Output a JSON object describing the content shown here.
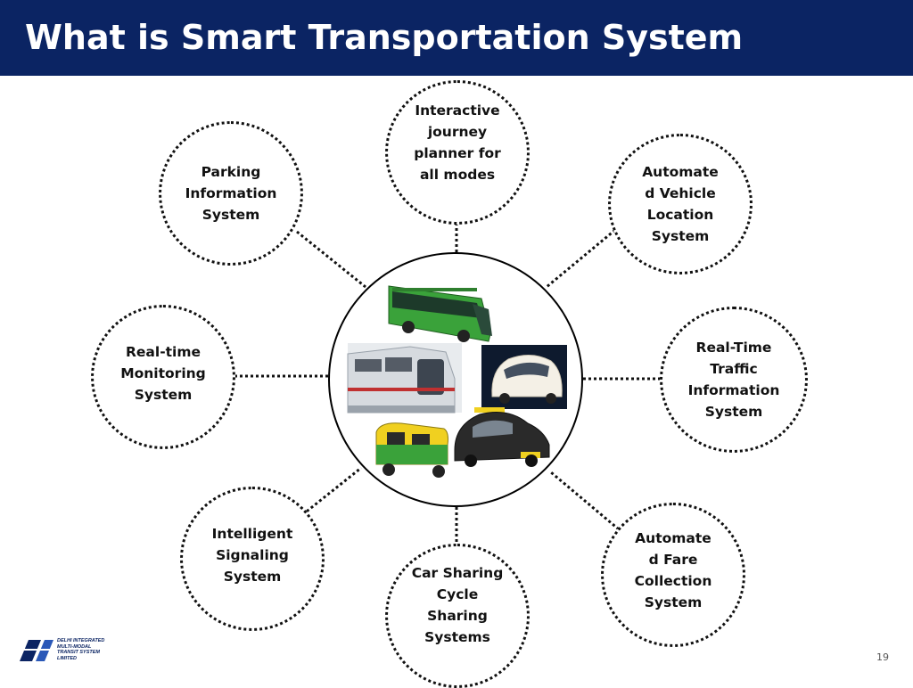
{
  "slide": {
    "title": "What is Smart Transportation System",
    "page_number": "19"
  },
  "logo": {
    "text": "DELHI INTEGRATED\nMULTI-MODAL\nTRANSIT SYSTEM\nLIMITED",
    "color": "#0b2463"
  },
  "colors": {
    "title_bar": "#0b2463",
    "bus_green": "#3aa23a",
    "auto_yellow": "#f0d020",
    "car_taxi_black": "#2a2a2a"
  },
  "center": {
    "icons": [
      "bus-image",
      "metro-train-image",
      "small-car-image",
      "auto-rickshaw-image",
      "taxi-car-image"
    ]
  },
  "nodes": [
    {
      "id": "journey",
      "label": "Interactive\njourney\nplanner for\nall modes"
    },
    {
      "id": "parking",
      "label": "Parking\nInformation\nSystem"
    },
    {
      "id": "avl",
      "label": "Automate\nd Vehicle\nLocation\nSystem"
    },
    {
      "id": "monitoring",
      "label": "Real-time\nMonitoring\nSystem"
    },
    {
      "id": "traffic",
      "label": "Real-Time\nTraffic\nInformation\nSystem"
    },
    {
      "id": "signaling",
      "label": "Intelligent\nSignaling\nSystem"
    },
    {
      "id": "fare",
      "label": "Automate\nd Fare\nCollection\nSystem"
    },
    {
      "id": "sharing",
      "label": "Car Sharing\nCycle\nSharing\nSystems"
    }
  ]
}
